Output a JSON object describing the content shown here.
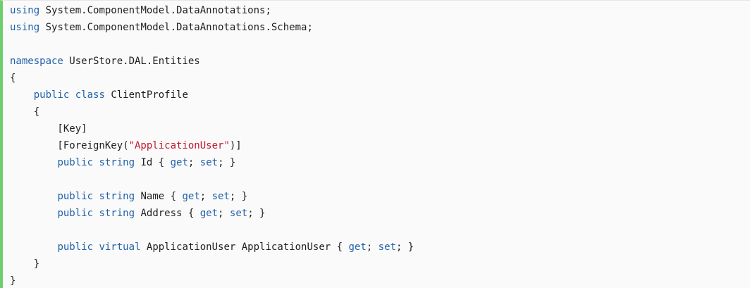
{
  "colors": {
    "keyword": "#1f5fa8",
    "string": "#c4162f",
    "text": "#1e1e1e",
    "accent_border": "#6ccf6c",
    "background": "#fafafa"
  },
  "code": {
    "language": "C#",
    "lines": [
      [
        {
          "t": "kw",
          "v": "using"
        },
        {
          "t": "plain",
          "v": " System.ComponentModel.DataAnnotations;"
        }
      ],
      [
        {
          "t": "kw",
          "v": "using"
        },
        {
          "t": "plain",
          "v": " System.ComponentModel.DataAnnotations.Schema;"
        }
      ],
      [],
      [
        {
          "t": "kw",
          "v": "namespace"
        },
        {
          "t": "plain",
          "v": " UserStore.DAL.Entities"
        }
      ],
      [
        {
          "t": "plain",
          "v": "{"
        }
      ],
      [
        {
          "t": "plain",
          "v": "    "
        },
        {
          "t": "kw",
          "v": "public"
        },
        {
          "t": "plain",
          "v": " "
        },
        {
          "t": "kw",
          "v": "class"
        },
        {
          "t": "plain",
          "v": " ClientProfile"
        }
      ],
      [
        {
          "t": "plain",
          "v": "    {"
        }
      ],
      [
        {
          "t": "plain",
          "v": "        [Key]"
        }
      ],
      [
        {
          "t": "plain",
          "v": "        [ForeignKey("
        },
        {
          "t": "str",
          "v": "\"ApplicationUser\""
        },
        {
          "t": "plain",
          "v": ")]"
        }
      ],
      [
        {
          "t": "plain",
          "v": "        "
        },
        {
          "t": "kw",
          "v": "public"
        },
        {
          "t": "plain",
          "v": " "
        },
        {
          "t": "kw",
          "v": "string"
        },
        {
          "t": "plain",
          "v": " Id { "
        },
        {
          "t": "kw",
          "v": "get"
        },
        {
          "t": "plain",
          "v": "; "
        },
        {
          "t": "kw",
          "v": "set"
        },
        {
          "t": "plain",
          "v": "; }"
        }
      ],
      [],
      [
        {
          "t": "plain",
          "v": "        "
        },
        {
          "t": "kw",
          "v": "public"
        },
        {
          "t": "plain",
          "v": " "
        },
        {
          "t": "kw",
          "v": "string"
        },
        {
          "t": "plain",
          "v": " Name { "
        },
        {
          "t": "kw",
          "v": "get"
        },
        {
          "t": "plain",
          "v": "; "
        },
        {
          "t": "kw",
          "v": "set"
        },
        {
          "t": "plain",
          "v": "; }"
        }
      ],
      [
        {
          "t": "plain",
          "v": "        "
        },
        {
          "t": "kw",
          "v": "public"
        },
        {
          "t": "plain",
          "v": " "
        },
        {
          "t": "kw",
          "v": "string"
        },
        {
          "t": "plain",
          "v": " Address { "
        },
        {
          "t": "kw",
          "v": "get"
        },
        {
          "t": "plain",
          "v": "; "
        },
        {
          "t": "kw",
          "v": "set"
        },
        {
          "t": "plain",
          "v": "; }"
        }
      ],
      [],
      [
        {
          "t": "plain",
          "v": "        "
        },
        {
          "t": "kw",
          "v": "public"
        },
        {
          "t": "plain",
          "v": " "
        },
        {
          "t": "kw",
          "v": "virtual"
        },
        {
          "t": "plain",
          "v": " ApplicationUser ApplicationUser { "
        },
        {
          "t": "kw",
          "v": "get"
        },
        {
          "t": "plain",
          "v": "; "
        },
        {
          "t": "kw",
          "v": "set"
        },
        {
          "t": "plain",
          "v": "; }"
        }
      ],
      [
        {
          "t": "plain",
          "v": "    }"
        }
      ],
      [
        {
          "t": "plain",
          "v": "}"
        }
      ]
    ]
  }
}
